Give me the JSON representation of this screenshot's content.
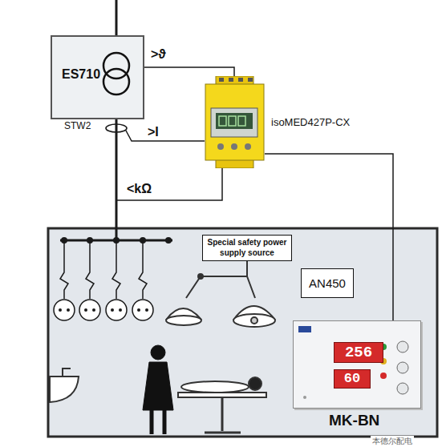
{
  "diagram": {
    "nodes": [
      {
        "text": [
          "ES710"
        ]
      },
      {
        "text": [
          "isoMED427P-CX"
        ]
      },
      {
        "text": [
          "Special safety power supply source"
        ]
      },
      {
        "text": [
          "AN450"
        ]
      },
      {
        "text": [
          "256",
          "60",
          "MK-BN"
        ]
      }
    ],
    "edges": [
      {
        "from": 0,
        "to": 1,
        "arrow": "none",
        "label": ">ϑ"
      },
      {
        "from": 1,
        "to": 4,
        "arrow": "none"
      }
    ],
    "labels": [
      "STW2",
      ">I",
      "<kΩ",
      "本德尔配电"
    ]
  }
}
